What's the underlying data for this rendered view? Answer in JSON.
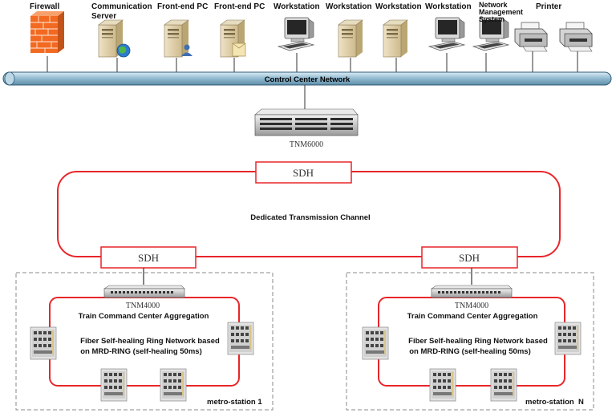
{
  "devices": {
    "firewall": "Firewall",
    "comm_server_line1": "Communication",
    "comm_server_line2": "Server",
    "frontend_pc_1": "Front-end PC",
    "frontend_pc_2": "Front-end PC",
    "workstation_1": "Workstation",
    "workstation_2": "Workstation",
    "workstation_3": "Workstation",
    "workstation_4": "Workstation",
    "nms_line1": "Network",
    "nms_line2": "Management",
    "nms_line3": "System",
    "printer": "Printer"
  },
  "network": {
    "bus_label": "Control Center Network",
    "core_switch": "TNM6000",
    "sdh_top": "SDH",
    "channel_label": "Dedicated Transmission Channel",
    "sdh_left": "SDH",
    "sdh_right": "SDH"
  },
  "station_left": {
    "switch": "TNM4000",
    "aggregation": "Train Command Center Aggregation",
    "ring_line1": "Fiber Self-healing Ring Network based",
    "ring_line2": "on MRD-RING (self-healing 50ms)",
    "name": "metro-station 1"
  },
  "station_right": {
    "switch": "TNM4000",
    "aggregation": "Train Command Center Aggregation",
    "ring_line1": "Fiber Self-healing Ring Network based",
    "ring_line2": "on MRD-RING (self-healing 50ms)",
    "name": "metro-station  N"
  },
  "colors": {
    "ring": "#e8262a",
    "bus": "#9ec3d6",
    "firewall": "#f26a21"
  }
}
